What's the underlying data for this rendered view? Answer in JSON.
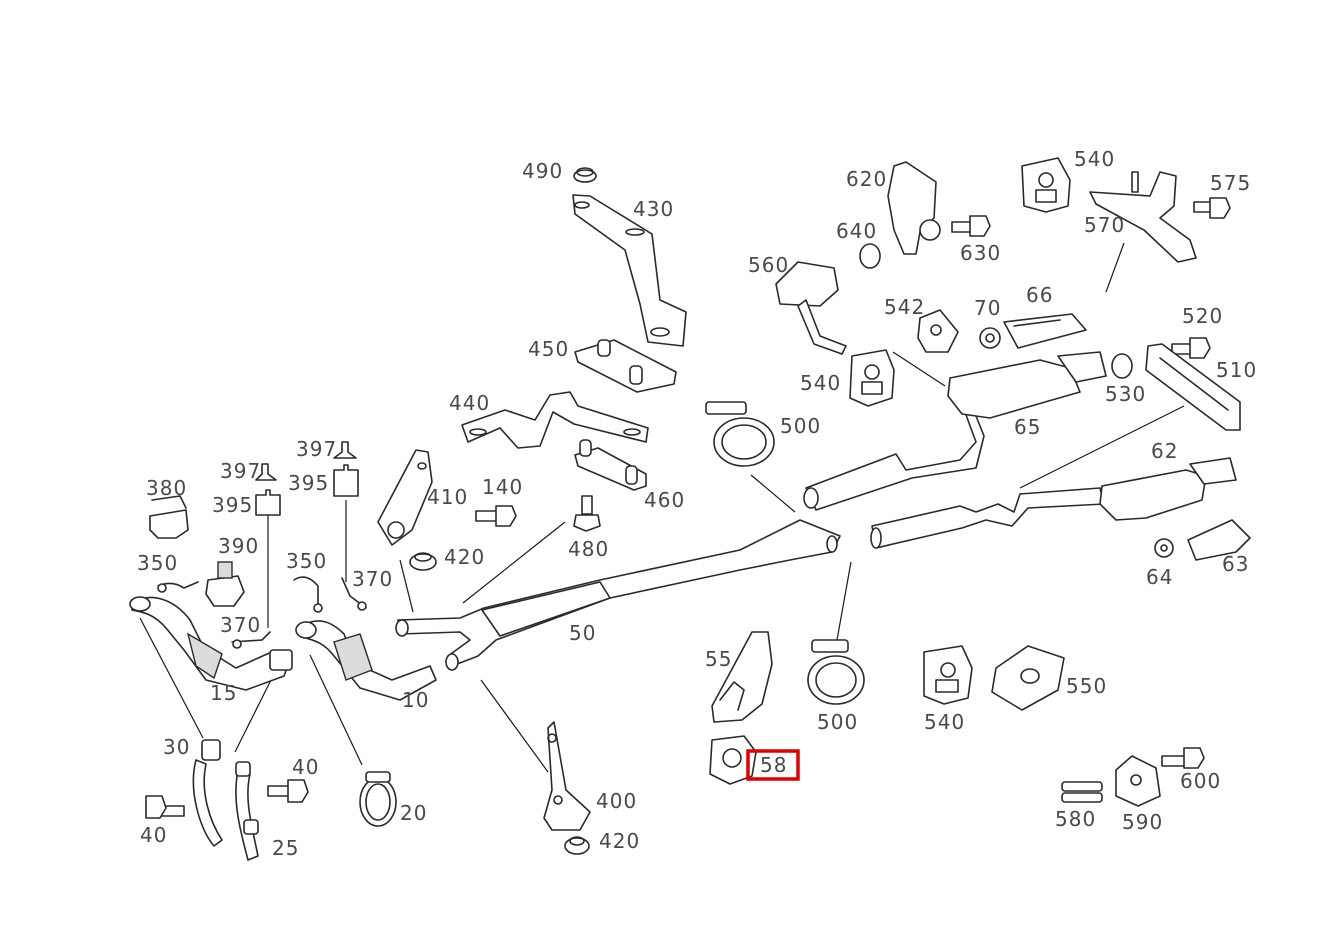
{
  "highlight_color": "#e00000",
  "highlighted_part": "58",
  "parts": [
    {
      "id": "p490",
      "label": "490"
    },
    {
      "id": "p430",
      "label": "430"
    },
    {
      "id": "p450",
      "label": "450"
    },
    {
      "id": "p440",
      "label": "440"
    },
    {
      "id": "p460",
      "label": "460"
    },
    {
      "id": "p480",
      "label": "480"
    },
    {
      "id": "p140",
      "label": "140"
    },
    {
      "id": "p410",
      "label": "410"
    },
    {
      "id": "p420a",
      "label": "420"
    },
    {
      "id": "p397a",
      "label": "397"
    },
    {
      "id": "p395a",
      "label": "395"
    },
    {
      "id": "p397b",
      "label": "397"
    },
    {
      "id": "p395b",
      "label": "395"
    },
    {
      "id": "p380",
      "label": "380"
    },
    {
      "id": "p390",
      "label": "390"
    },
    {
      "id": "p350a",
      "label": "350"
    },
    {
      "id": "p350b",
      "label": "350"
    },
    {
      "id": "p370a",
      "label": "370"
    },
    {
      "id": "p370b",
      "label": "370"
    },
    {
      "id": "p15",
      "label": "15"
    },
    {
      "id": "p10",
      "label": "10"
    },
    {
      "id": "p50",
      "label": "50"
    },
    {
      "id": "p30",
      "label": "30"
    },
    {
      "id": "p40a",
      "label": "40"
    },
    {
      "id": "p40b",
      "label": "40"
    },
    {
      "id": "p25",
      "label": "25"
    },
    {
      "id": "p20",
      "label": "20"
    },
    {
      "id": "p400",
      "label": "400"
    },
    {
      "id": "p420b",
      "label": "420"
    },
    {
      "id": "p55",
      "label": "55"
    },
    {
      "id": "p58",
      "label": "58"
    },
    {
      "id": "p500a",
      "label": "500"
    },
    {
      "id": "p500b",
      "label": "500"
    },
    {
      "id": "p540a",
      "label": "540"
    },
    {
      "id": "p540b",
      "label": "540"
    },
    {
      "id": "p540c",
      "label": "540"
    },
    {
      "id": "p550",
      "label": "550"
    },
    {
      "id": "p580",
      "label": "580"
    },
    {
      "id": "p590",
      "label": "590"
    },
    {
      "id": "p600",
      "label": "600"
    },
    {
      "id": "p560",
      "label": "560"
    },
    {
      "id": "p542",
      "label": "542"
    },
    {
      "id": "p70",
      "label": "70"
    },
    {
      "id": "p66",
      "label": "66"
    },
    {
      "id": "p65",
      "label": "65"
    },
    {
      "id": "p620",
      "label": "620"
    },
    {
      "id": "p640",
      "label": "640"
    },
    {
      "id": "p630",
      "label": "630"
    },
    {
      "id": "p570",
      "label": "570"
    },
    {
      "id": "p575",
      "label": "575"
    },
    {
      "id": "p520",
      "label": "520"
    },
    {
      "id": "p510",
      "label": "510"
    },
    {
      "id": "p530",
      "label": "530"
    },
    {
      "id": "p62",
      "label": "62"
    },
    {
      "id": "p63",
      "label": "63"
    },
    {
      "id": "p64",
      "label": "64"
    }
  ]
}
